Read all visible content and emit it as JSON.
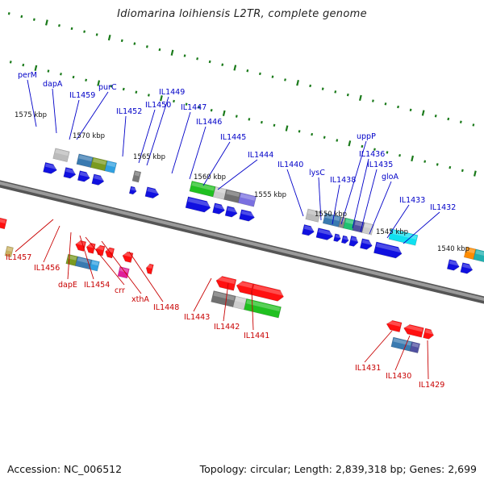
{
  "title": "Idiomarina loihiensis L2TR, complete genome",
  "footer": {
    "accession": "Accession: NC_006512",
    "summary": "Topology: circular; Length: 2,839,318 bp; Genes: 2,699"
  },
  "colors": {
    "label_upper": "#0000c8",
    "label_lower": "#c80000",
    "tick": "#1a7a1a",
    "backbone": "#7a7a7a"
  },
  "scale_labels": [
    "1575 kbp",
    "1570 kbp",
    "1565 kbp",
    "1560 kbp",
    "1555 kbp",
    "1550 kbp",
    "1545 kbp",
    "1540 kbp"
  ],
  "gene_labels_upper": [
    "perM",
    "dapA",
    "IL1459",
    "purC",
    "IL1452",
    "IL1450",
    "IL1449",
    "IL1447",
    "IL1446",
    "IL1445",
    "IL1444",
    "IL1440",
    "lysC",
    "IL1438",
    "uppP",
    "IL1436",
    "IL1435",
    "gloA",
    "IL1433",
    "IL1432"
  ],
  "gene_labels_lower": [
    "IL1457",
    "IL1456",
    "dapE",
    "IL1454",
    "crr",
    "xthA",
    "IL1448",
    "IL1443",
    "IL1442",
    "IL1441",
    "IL1431",
    "IL1430",
    "IL1429"
  ]
}
